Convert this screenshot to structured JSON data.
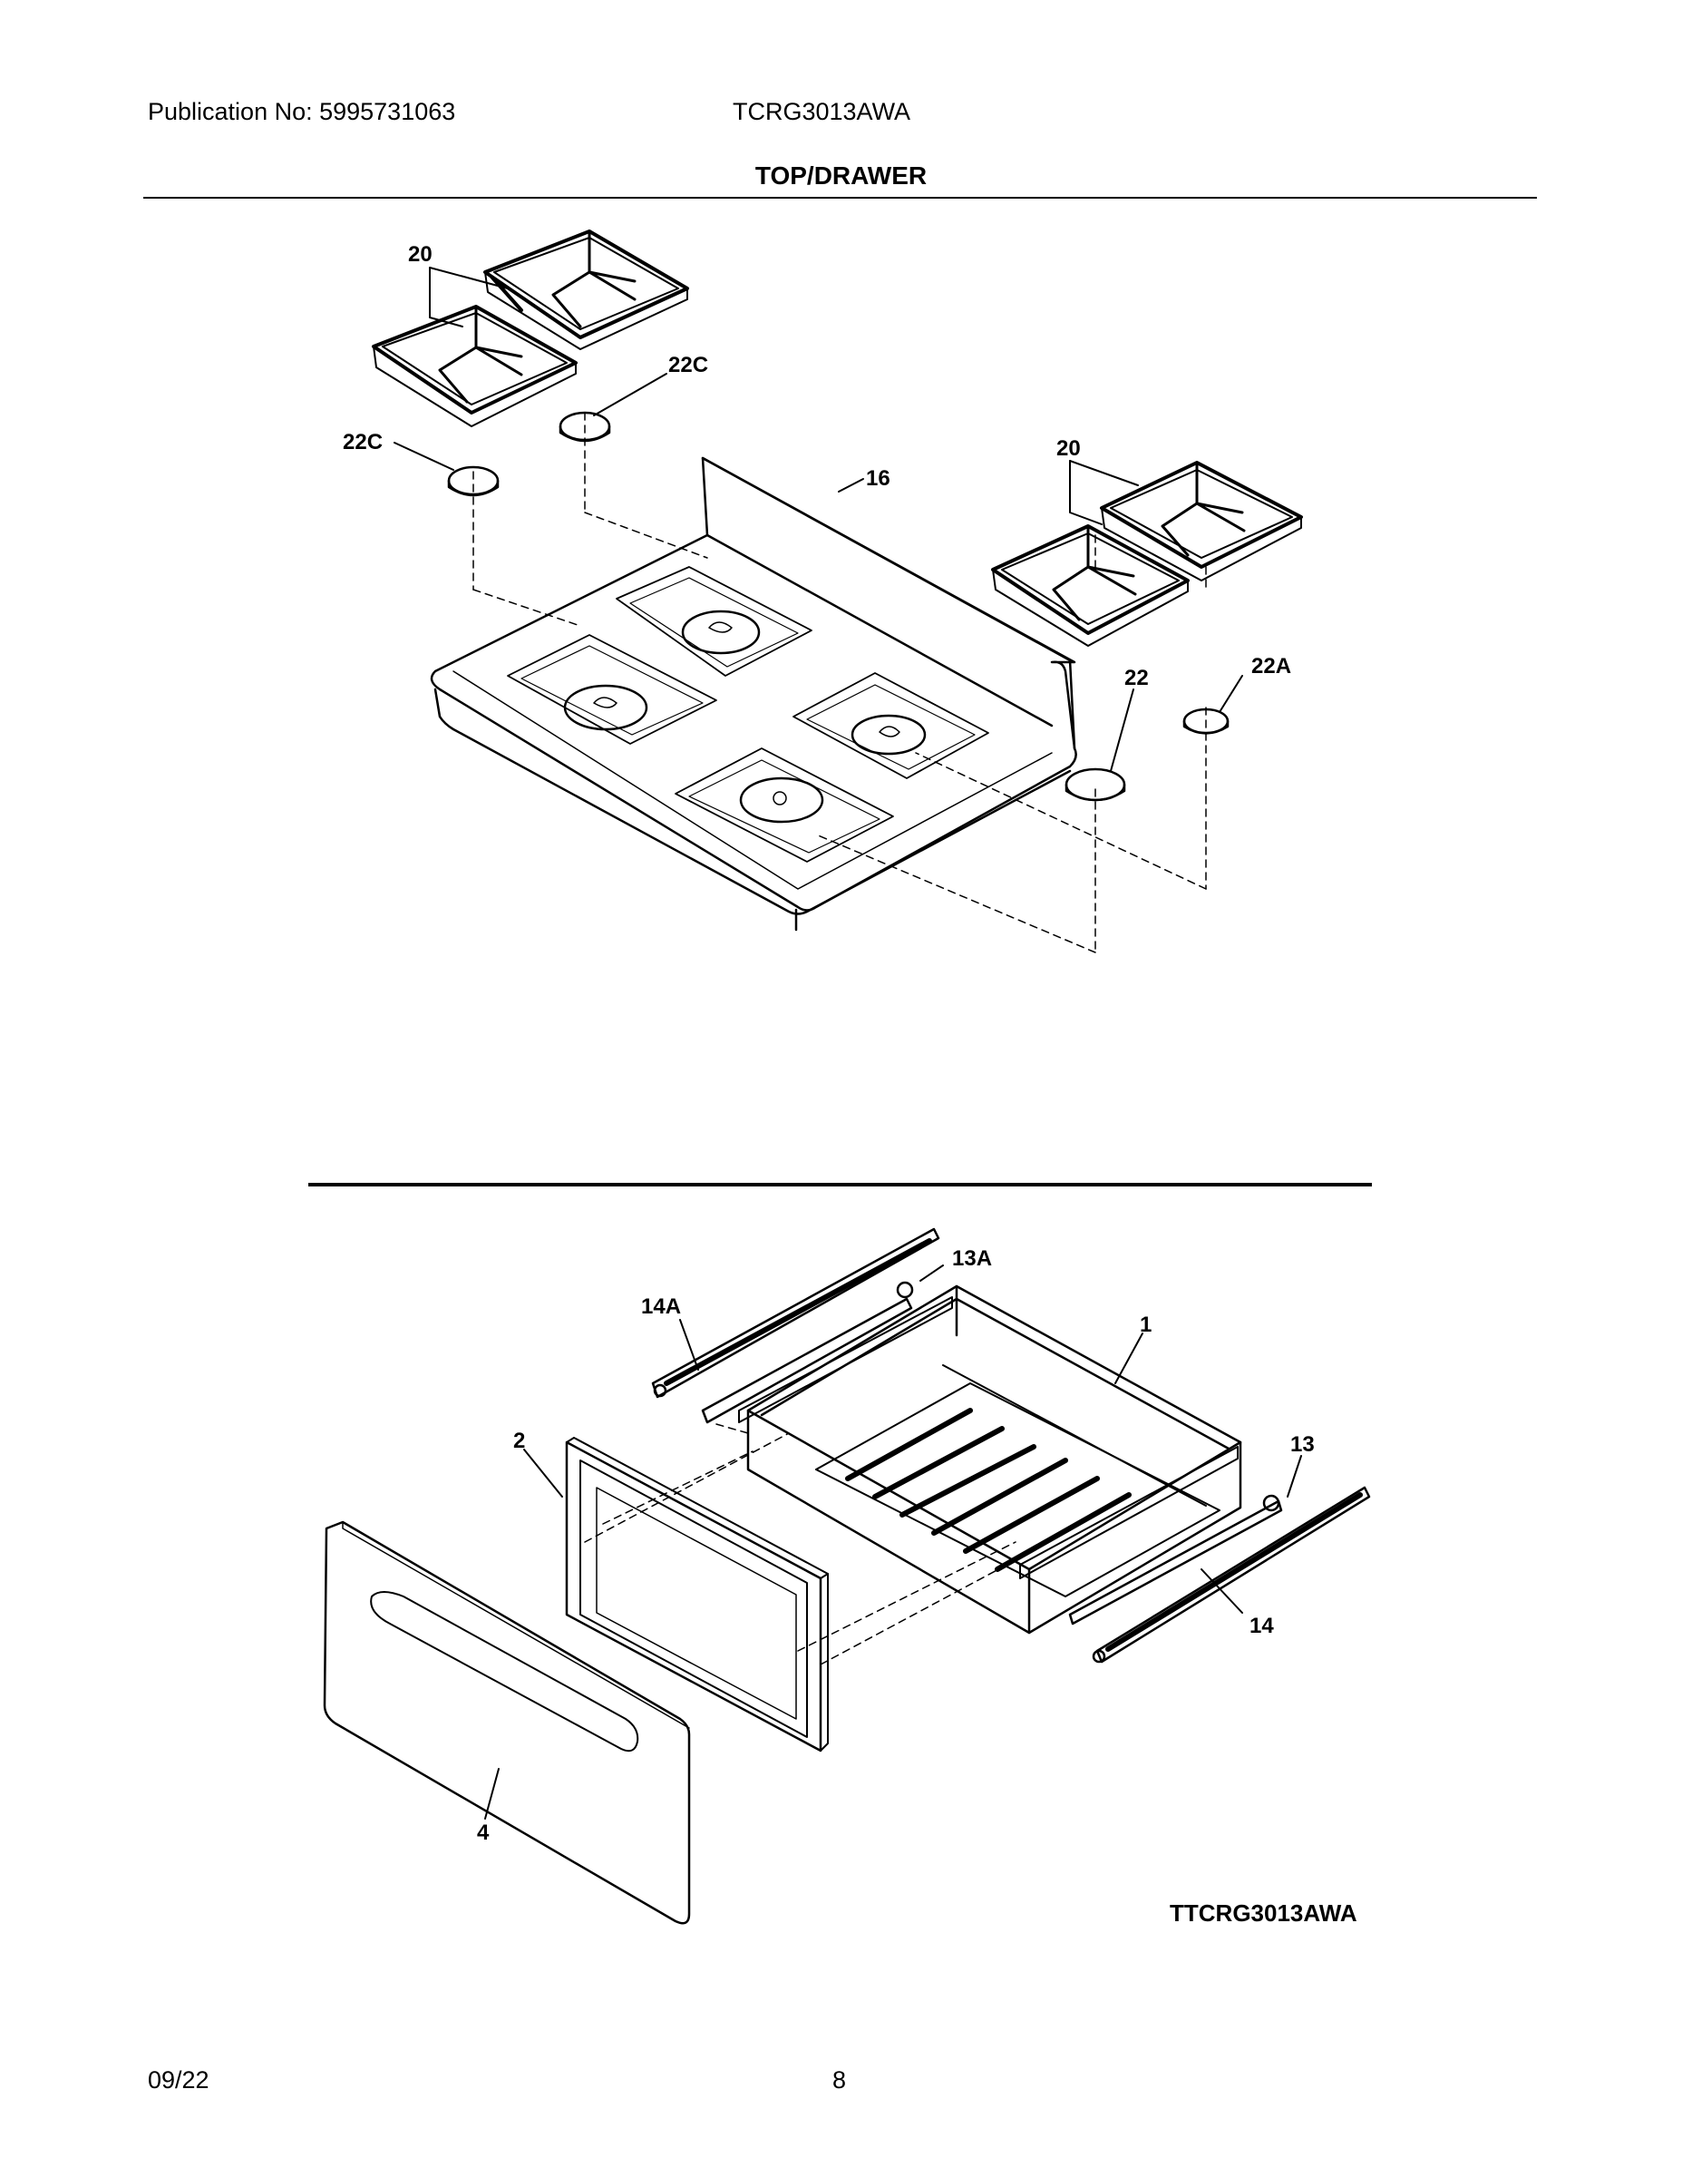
{
  "header": {
    "publication": "Publication No: 5995731063",
    "model": "TCRG3013AWA",
    "section_title": "TOP/DRAWER"
  },
  "callouts": {
    "grate_left": "20",
    "grate_right": "20",
    "cap_22c_upper": "22C",
    "cap_22c_left": "22C",
    "cooktop": "16",
    "cap_22": "22",
    "cap_22a": "22A",
    "slide_13a": "13A",
    "slide_14a": "14A",
    "drawer_1": "1",
    "panel_2": "2",
    "roller_13": "13",
    "slide_14": "14",
    "front_4": "4"
  },
  "diagram_code": "TTCRG3013AWA",
  "footer": {
    "date": "09/22",
    "page": "8"
  }
}
